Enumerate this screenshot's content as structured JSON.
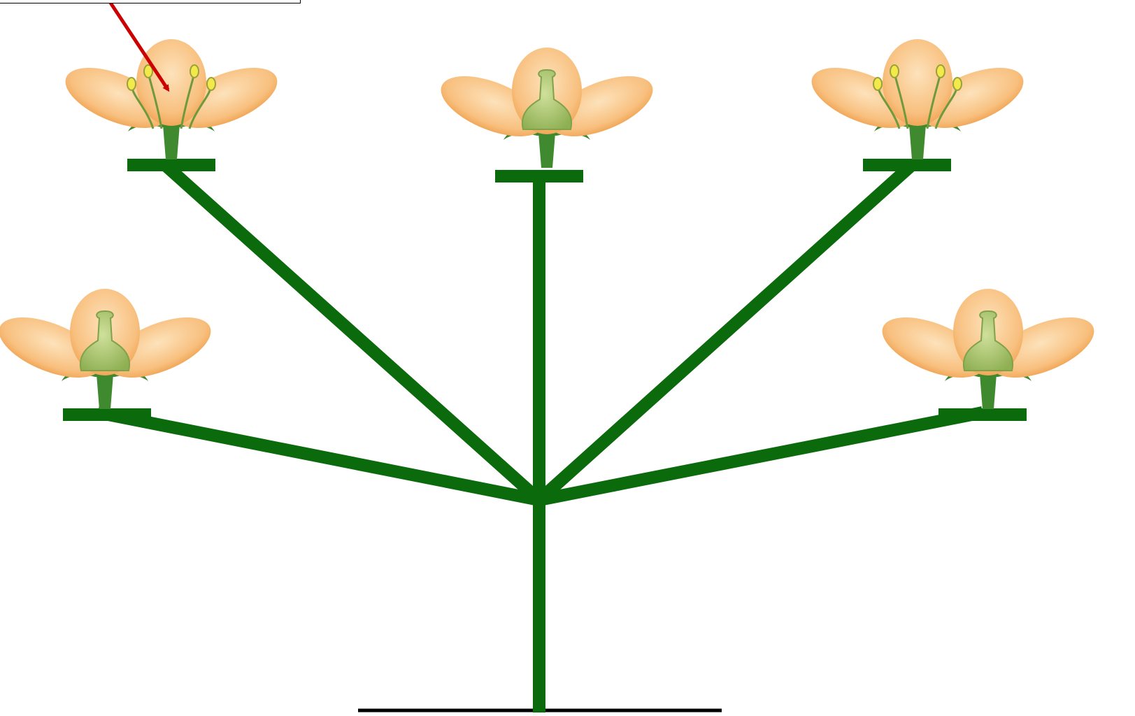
{
  "diagram": {
    "kind": "branching-inflorescence",
    "colors": {
      "stem": "#0b6a0b",
      "petal_light": "#fbd3a0",
      "petal_dark": "#f3a85a",
      "carpel": "#a9c46d",
      "carpel_dark": "#7fa24a",
      "sepal": "#3f8a2e",
      "stamen_filament": "#6f9a3c",
      "anther": "#f2e94a",
      "arrow": "#cc0000",
      "ground": "#000000",
      "label_box_border": "#000000"
    },
    "label_box": {
      "text": ""
    },
    "flowers": [
      {
        "id": "flower-top-left",
        "type": "staminate",
        "has_arrow": true
      },
      {
        "id": "flower-top-center",
        "type": "pistillate"
      },
      {
        "id": "flower-top-right",
        "type": "staminate"
      },
      {
        "id": "flower-mid-left",
        "type": "pistillate"
      },
      {
        "id": "flower-mid-right",
        "type": "pistillate"
      }
    ]
  }
}
